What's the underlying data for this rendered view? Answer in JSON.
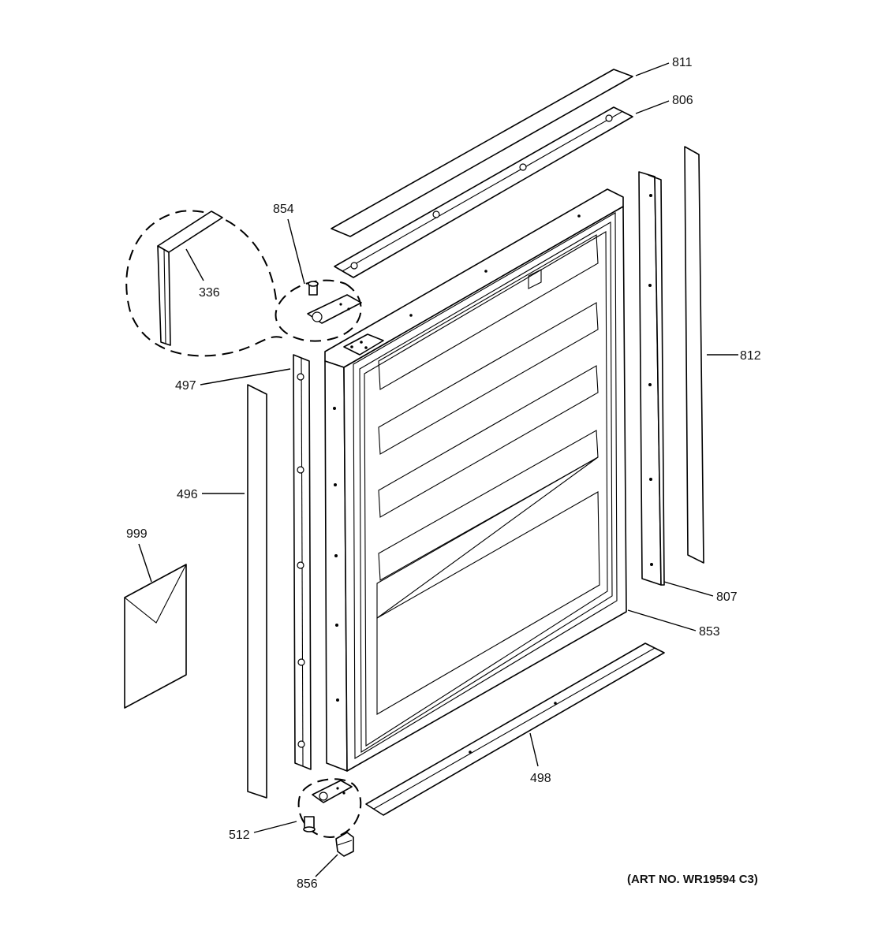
{
  "labels": {
    "p811": "811",
    "p806": "806",
    "p854": "854",
    "p336": "336",
    "p812": "812",
    "p497": "497",
    "p496": "496",
    "p999": "999",
    "p807": "807",
    "p853": "853",
    "p498": "498",
    "p512": "512",
    "p856": "856"
  },
  "art_number": "(ART NO. WR19594 C3)"
}
